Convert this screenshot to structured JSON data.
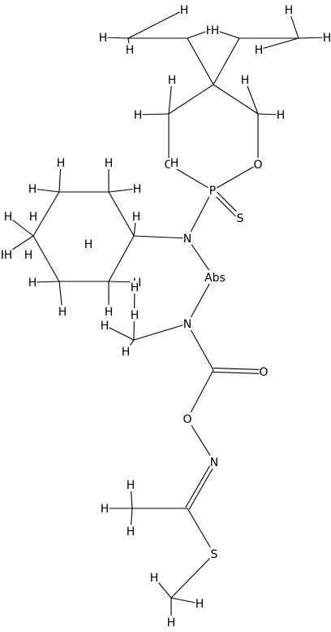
{
  "structure": {
    "atoms": [
      {
        "id": "a1",
        "label": "H"
      },
      {
        "id": "a2",
        "label": "H"
      },
      {
        "id": "a3",
        "label": "H"
      },
      {
        "id": "a4",
        "label": "H"
      },
      {
        "id": "a5",
        "label": "H"
      },
      {
        "id": "a6",
        "label": "H"
      },
      {
        "id": "a7",
        "label": "H"
      },
      {
        "id": "a8",
        "label": "H"
      },
      {
        "id": "a9",
        "label": "H"
      },
      {
        "id": "a10",
        "label": "H"
      },
      {
        "id": "a11",
        "label": "H"
      },
      {
        "id": "a12",
        "label": "H"
      },
      {
        "id": "a13",
        "label": "H"
      },
      {
        "id": "a14",
        "label": "H"
      },
      {
        "id": "a15",
        "label": "H"
      },
      {
        "id": "a16",
        "label": "H"
      },
      {
        "id": "a17",
        "label": "O"
      },
      {
        "id": "a18",
        "label": "O"
      },
      {
        "id": "a19",
        "label": "H"
      },
      {
        "id": "a20",
        "label": "H"
      },
      {
        "id": "a21",
        "label": "H"
      },
      {
        "id": "a22",
        "label": "H"
      },
      {
        "id": "a23",
        "label": "H"
      },
      {
        "id": "a24",
        "label": "P"
      },
      {
        "id": "a25",
        "label": "S"
      },
      {
        "id": "a26",
        "label": "H"
      },
      {
        "id": "a27",
        "label": "H"
      },
      {
        "id": "a28",
        "label": "H"
      },
      {
        "id": "a29",
        "label": "H"
      },
      {
        "id": "a30",
        "label": "N"
      },
      {
        "id": "a31",
        "label": "H"
      },
      {
        "id": "a32",
        "label": "H"
      },
      {
        "id": "a33",
        "label": "S"
      },
      {
        "id": "a34",
        "label": "Abs"
      },
      {
        "id": "a35",
        "label": "H"
      },
      {
        "id": "a36",
        "label": "H"
      },
      {
        "id": "a37",
        "label": "H"
      },
      {
        "id": "a38",
        "label": "H"
      },
      {
        "id": "a39",
        "label": "H"
      },
      {
        "id": "a40",
        "label": "N"
      },
      {
        "id": "a41",
        "label": "H"
      },
      {
        "id": "a42",
        "label": "O"
      },
      {
        "id": "a43",
        "label": "O"
      },
      {
        "id": "a44",
        "label": "N"
      },
      {
        "id": "a45",
        "label": "H"
      },
      {
        "id": "a46",
        "label": "H"
      },
      {
        "id": "a47",
        "label": "H"
      },
      {
        "id": "a48",
        "label": "S"
      },
      {
        "id": "a49",
        "label": "H"
      },
      {
        "id": "a50",
        "label": "H"
      },
      {
        "id": "a51",
        "label": "H"
      }
    ]
  }
}
